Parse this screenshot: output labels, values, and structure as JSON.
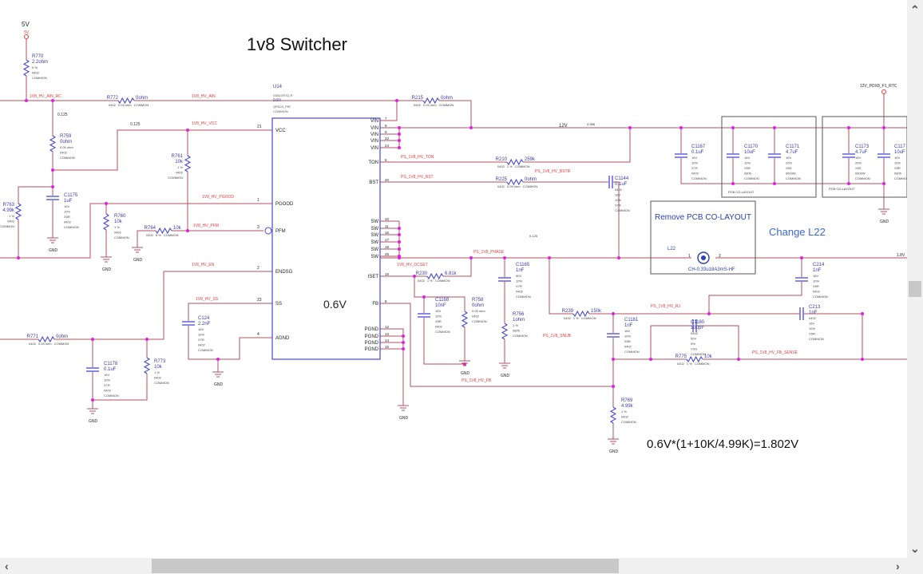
{
  "title": "1v8 Switcher",
  "ic": {
    "ref": "U14",
    "part": "G5821RTQ-R",
    "vref_small": "0.6V",
    "package": "QFN23_PIR",
    "class": "COMMON",
    "center_label": "0.6V",
    "left_pins": [
      {
        "name": "VCC",
        "num": "21"
      },
      {
        "name": "PGOOD",
        "num": "1"
      },
      {
        "name": "PFM",
        "num": "3"
      },
      {
        "name": "ENDSG",
        "num": "2"
      },
      {
        "name": "SS",
        "num": "23"
      },
      {
        "name": "AGND",
        "num": "4"
      }
    ],
    "right_pins": [
      {
        "name": "VIN",
        "num": "7"
      },
      {
        "name": "VIN",
        "num": "8"
      },
      {
        "name": "VIN",
        "num": "9"
      },
      {
        "name": "VIN",
        "num": "22"
      },
      {
        "name": "VIN",
        "num": "24"
      },
      {
        "name": "TON",
        "num": "6"
      },
      {
        "name": "BST",
        "num": "20"
      },
      {
        "name": "SW",
        "num": "10"
      },
      {
        "name": "SW",
        "num": "11"
      },
      {
        "name": "SW",
        "num": "16"
      },
      {
        "name": "SW",
        "num": "17"
      },
      {
        "name": "SW",
        "num": "18"
      },
      {
        "name": "SW",
        "num": "25"
      },
      {
        "name": "ISET",
        "num": "19"
      },
      {
        "name": "FB",
        "num": "8"
      },
      {
        "name": "PGND",
        "num": "12"
      },
      {
        "name": "PGND",
        "num": "13"
      },
      {
        "name": "PGND",
        "num": "14"
      },
      {
        "name": "PGND",
        "num": "15"
      }
    ]
  },
  "components": [
    {
      "ref": "R770",
      "value": "2.2ohm",
      "specs": [
        "5 %",
        "0402",
        "COMMON"
      ]
    },
    {
      "ref": "R772",
      "value": "0ohm",
      "specs": [
        "0402",
        "0.05 ohm",
        "COMMON"
      ]
    },
    {
      "ref": "R759",
      "value": "0ohm",
      "specs": [
        "0.05 ohm",
        "0402",
        "COMMON"
      ]
    },
    {
      "ref": "R761",
      "value": "10k",
      "specs": [
        "1 %",
        "0402",
        "COMMON"
      ]
    },
    {
      "ref": "R763",
      "value": "4.99k",
      "specs": [
        "1 %",
        "0402",
        "COMMON"
      ]
    },
    {
      "ref": "C1175",
      "value": "1uF",
      "specs": [
        "10V",
        "10%",
        "X5R",
        "0402",
        "COMMON"
      ]
    },
    {
      "ref": "R760",
      "value": "10k",
      "specs": [
        "1 %",
        "0402",
        "COMMON"
      ]
    },
    {
      "ref": "R764",
      "value": "10k",
      "specs": [
        "0402",
        "5 %",
        "COMMON"
      ]
    },
    {
      "ref": "R771",
      "value": "0ohm",
      "specs": [
        "0402",
        "0.05 ohm",
        "COMMON"
      ]
    },
    {
      "ref": "C1178",
      "value": "0.1uF",
      "specs": [
        "16V",
        "10%",
        "X7R",
        "0402",
        "COMMON"
      ]
    },
    {
      "ref": "R773",
      "value": "10k",
      "specs": [
        "1 %",
        "0402",
        "COMMON"
      ]
    },
    {
      "ref": "C124",
      "value": "2.2nF",
      "specs": [
        "16V",
        "10%",
        "X7R",
        "0402",
        "COMMON"
      ]
    },
    {
      "ref": "R215",
      "value": "0ohm",
      "specs": [
        "0402",
        "0.05 ohm",
        "COMMON"
      ]
    },
    {
      "ref": "R210",
      "value": "259k",
      "specs": [
        "0402",
        "1 %",
        "COMMON"
      ]
    },
    {
      "ref": "R225",
      "value": "0ohm",
      "specs": [
        "0402",
        "0.05 ohm",
        "COMMON"
      ]
    },
    {
      "ref": "C1144",
      "value": "0.1uF",
      "specs": [
        "0402",
        "16V",
        "10%",
        "X7R",
        "COMMON"
      ]
    },
    {
      "ref": "C1167",
      "value": "0.1uF",
      "specs": [
        "16V",
        "10%",
        "X7R",
        "0402",
        "COMMON"
      ]
    },
    {
      "ref": "C1170",
      "value": "10uF",
      "specs": [
        "16V",
        "10%",
        "X5R",
        "0805",
        "COMMON"
      ]
    },
    {
      "ref": "C1171",
      "value": "4.7uF",
      "specs": [
        "16V",
        "20%",
        "X5S",
        "0603W",
        "COMMON"
      ]
    },
    {
      "ref": "C1173",
      "value": "4.7uF",
      "specs": [
        "16V",
        "20%",
        "X5S",
        "0603W",
        "COMMON"
      ]
    },
    {
      "ref": "C117",
      "value": "10uF",
      "specs": [
        "16V",
        "10%",
        "X5R",
        "0805",
        "COMMON"
      ]
    },
    {
      "ref": "R230",
      "value": "6.81k",
      "specs": [
        "0402",
        "1 %",
        "COMMON"
      ]
    },
    {
      "ref": "C1168",
      "value": "10nF",
      "specs": [
        "16V",
        "10%",
        "X5R",
        "0402",
        "COMMON"
      ]
    },
    {
      "ref": "R758",
      "value": "0ohm",
      "specs": [
        "0.05 ohm",
        "0402",
        "COMMON"
      ]
    },
    {
      "ref": "C1165",
      "value": "1nF",
      "specs": [
        "50V",
        "10%",
        "X7R",
        "0402",
        "COMMON"
      ]
    },
    {
      "ref": "R756",
      "value": "1ohm",
      "specs": [
        "1 %",
        "0805",
        "COMMON"
      ]
    },
    {
      "ref": "R239",
      "value": "150k",
      "specs": [
        "0402",
        "1 %",
        "COMMON"
      ]
    },
    {
      "ref": "C1181",
      "value": "1nF",
      "specs": [
        "16V",
        "10%",
        "X5R",
        "0402",
        "COMMON"
      ]
    },
    {
      "ref": "C1180",
      "value": "100pF",
      "specs": [
        "0402",
        "50V",
        "5%",
        "C0G",
        "COMMON"
      ]
    },
    {
      "ref": "R775",
      "value": "10k",
      "specs": [
        "0402",
        "1 %",
        "COMMON"
      ]
    },
    {
      "ref": "C214",
      "value": "1nF",
      "specs": [
        "16V",
        "10%",
        "X5R",
        "0402",
        "COMMON"
      ]
    },
    {
      "ref": "C213",
      "value": "1nF",
      "specs": [
        "0402",
        "16V",
        "10%",
        "X5R",
        "COMMON"
      ]
    },
    {
      "ref": "R769",
      "value": "4.99k",
      "specs": [
        "1 %",
        "0402",
        "COMMON"
      ]
    }
  ],
  "inductor": {
    "ref": "L22",
    "part": "CH-0.33u18A3mS-HF",
    "pin1": "1",
    "pin2": "2"
  },
  "nets": [
    "1V8_HV_AIN_RC",
    "1V8_HV_AIN",
    "1V8_HV_VCC",
    "1V8_HV_PGOOD",
    "1V8_HV_PFM",
    "1V8_HV_EN",
    "1V8_HV_SS",
    "PS_1V8_HV_TON",
    "PS_1V8_HV_BSTR",
    "PS_1V8_HV_BST",
    "1V8_HV_OCSET",
    "PS_1V8_PHASE",
    "PS_1V8_SNUB",
    "PS_1V8_HV_RJ",
    "PS_1V8_HV_FB_SENSE",
    "PS_1V8_HV_FB"
  ],
  "power": {
    "v5": "5V",
    "v5_pin": "5V",
    "v12": "12V",
    "v12_port": "12V_PDX8_F1_RTC",
    "out": "1.8V",
    "gnd": "GND"
  },
  "widths": [
    "0.125",
    "0.125",
    "0.388",
    "0.125"
  ],
  "co_layout_label": "PCB CO-LAYOUT",
  "notes": {
    "remove": "Remove PCB CO-LAYOUT",
    "change": "Change L22",
    "formula": "0.6V*(1+10K/4.99K)=1.802V"
  },
  "colors": {
    "wire": "#b0505e",
    "node": "#e020e0",
    "symbol": "#4646d8",
    "net_label": "#e83a3a",
    "ref_text": "#3a3ab0"
  }
}
